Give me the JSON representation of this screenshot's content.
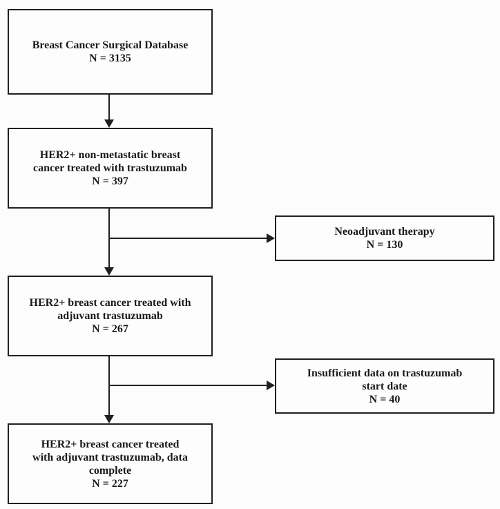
{
  "flowchart": {
    "type": "patient-selection-flow-diagram",
    "colors": {
      "border": "#1f1f1f",
      "text": "#1a1a1a",
      "background": "#fcfcfc"
    },
    "main_boxes": [
      {
        "lines": [
          "Breast Cancer Surgical Database"
        ],
        "n": "N = 3135"
      },
      {
        "lines": [
          "HER2+ non-metastatic breast",
          "cancer treated with trastuzumab"
        ],
        "n": "N = 397"
      },
      {
        "lines": [
          "HER2+ breast cancer treated with",
          "adjuvant trastuzumab"
        ],
        "n": "N = 267"
      },
      {
        "lines": [
          "HER2+ breast cancer treated",
          "with adjuvant trastuzumab, data",
          "complete"
        ],
        "n": "N = 227"
      }
    ],
    "exclusion_boxes": [
      {
        "lines": [
          "Neoadjuvant therapy"
        ],
        "n": "N = 130"
      },
      {
        "lines": [
          "Insufficient data on trastuzumab",
          "start date"
        ],
        "n": "N = 40"
      }
    ]
  }
}
